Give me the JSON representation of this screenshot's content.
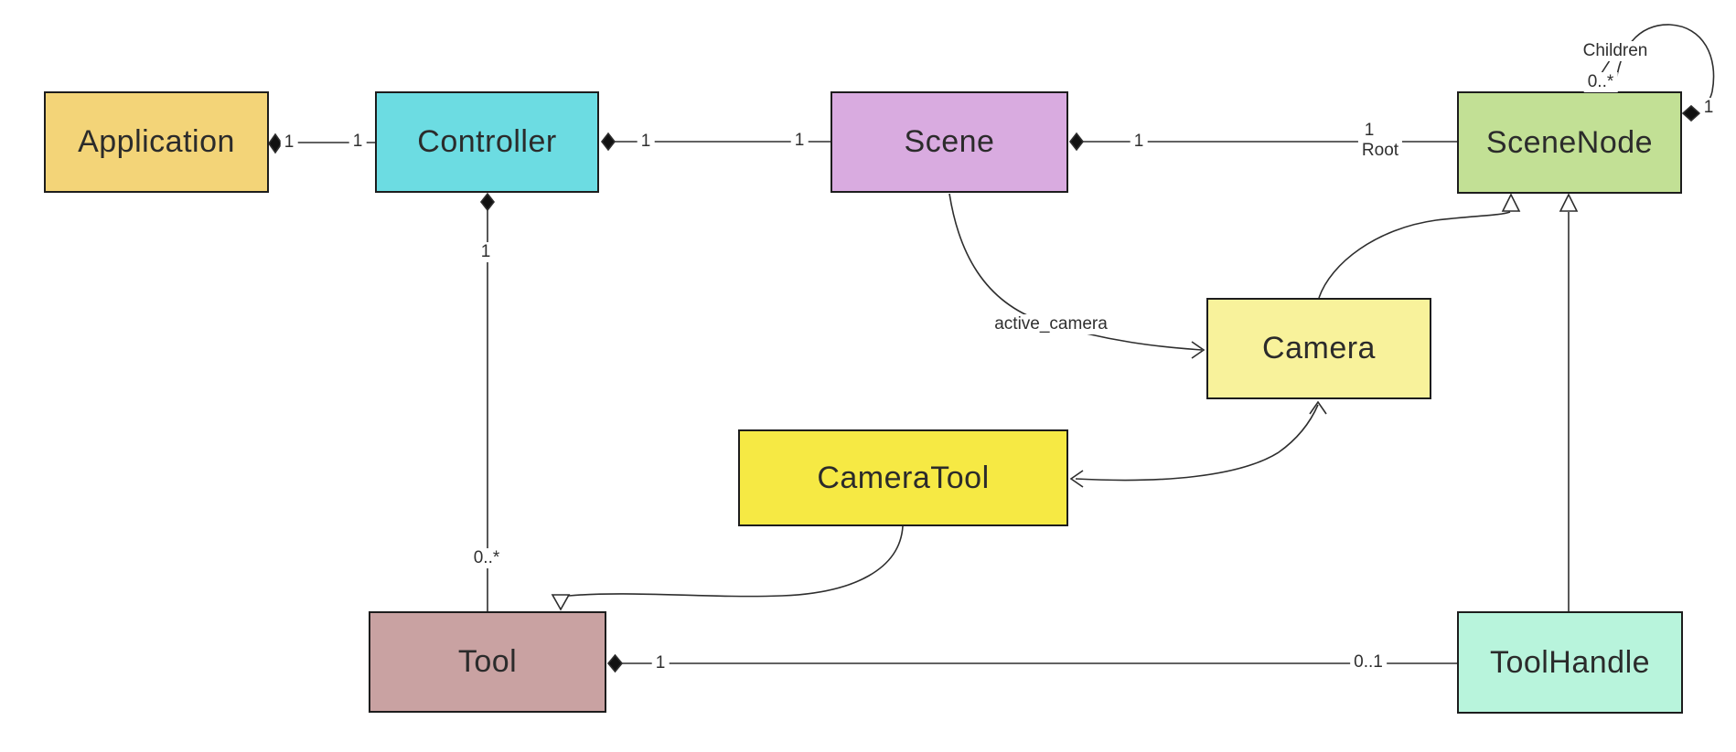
{
  "classes": [
    {
      "name": "Application",
      "color": "#f3d478"
    },
    {
      "name": "Controller",
      "color": "#6cdce2"
    },
    {
      "name": "Scene",
      "color": "#d9abe0"
    },
    {
      "name": "SceneNode",
      "color": "#c2e095"
    },
    {
      "name": "Camera",
      "color": "#f8f29b"
    },
    {
      "name": "CameraTool",
      "color": "#f6e944"
    },
    {
      "name": "Tool",
      "color": "#c9a2a2"
    },
    {
      "name": "ToolHandle",
      "color": "#b8f4dc"
    }
  ],
  "associations": {
    "application_controller": {
      "source_mult": "1",
      "target_mult": "1"
    },
    "controller_scene": {
      "source_mult": "1",
      "target_mult": "1"
    },
    "scene_scenenode": {
      "source_mult": "1",
      "target_mult": "1",
      "target_role": "Root"
    },
    "controller_tool": {
      "source_mult": "1",
      "target_mult": "0..*"
    },
    "tool_toolhandle": {
      "source_mult": "1",
      "target_mult": "0..1"
    },
    "scenenode_children": {
      "role": "Children",
      "mult": "0..*",
      "source_mult": "1"
    },
    "scene_camera": {
      "role": "active_camera"
    }
  }
}
